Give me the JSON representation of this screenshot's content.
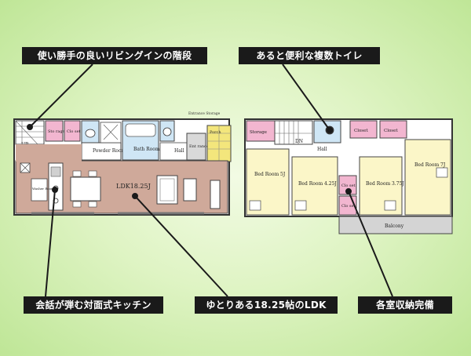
{
  "callouts": {
    "stairs": "使い勝手の良いリビングインの階段",
    "toilet": "あると便利な複数トイレ",
    "kitchen": "会話が弾む対面式キッチン",
    "ldk": "ゆとりある18.25帖のLDK",
    "storage": "各室収納完備"
  },
  "first_floor": {
    "storage": "Sto rage",
    "closet": "Clo set",
    "powder_room": "Powder Room",
    "bath_room": "Bath Room",
    "hall": "Hall",
    "entrance": "Ent rance",
    "porch": "Porch",
    "entrance_storage": "Entrance Storage",
    "up": "UP",
    "ldk": "LDK18.25J",
    "washer": "Washer Room"
  },
  "second_floor": {
    "storage": "Storage",
    "dn": "DN",
    "hall": "Hall",
    "closet_1": "Closet",
    "closet_2": "Closet",
    "bed1": "Bed Room 5J",
    "bed2": "Bed Room 4.25J",
    "bed3": "Bed Room 3.75J",
    "bed4": "Bed Room 7J",
    "closet_3": "Clo set",
    "closet_4": "Clo set",
    "balcony": "Balcony"
  },
  "colors": {
    "ldk_floor": "#cfa99a",
    "pink": "#f2b6d0",
    "wet_blue": "#cfe6f5",
    "yellow": "#f3e67c",
    "bedroom_yellow": "#fbf6c8",
    "balcony_gray": "#d4d4d4",
    "callout_bg": "#1a1a1a"
  }
}
